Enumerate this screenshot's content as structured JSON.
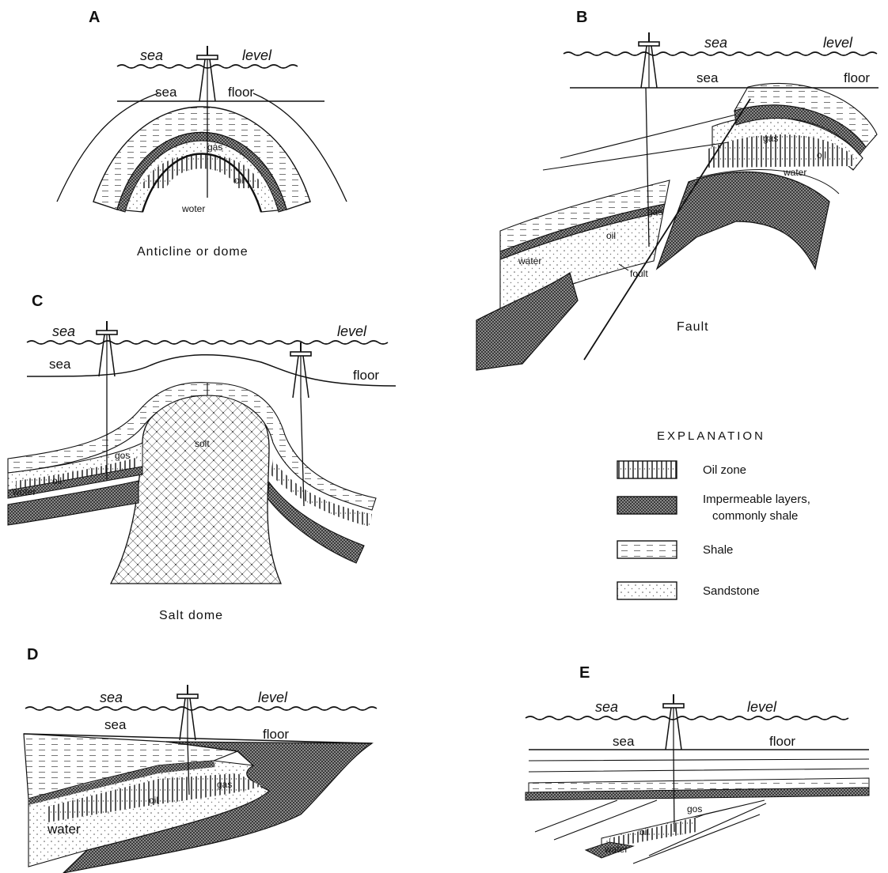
{
  "panels": {
    "A": {
      "letter": "A",
      "sea": "sea",
      "level": "level",
      "sea_floor_left": "sea",
      "sea_floor_right": "floor",
      "gas": "gas",
      "oil": "oil",
      "water": "woter",
      "caption": "Anticline or dome"
    },
    "B": {
      "letter": "B",
      "sea": "sea",
      "level": "level",
      "sea_floor_left": "sea",
      "sea_floor_right": "floor",
      "gas_upper": "gas",
      "oil_upper": "oil",
      "water_upper": "water",
      "gas_lower": "gas",
      "oil_lower": "oil",
      "water_lower": "water",
      "fault_label": "foult",
      "caption": "Fault"
    },
    "C": {
      "letter": "C",
      "sea": "sea",
      "level": "level",
      "sea_floor_left": "sea",
      "sea_floor_right": "floor",
      "salt": "solt",
      "gas": "gos",
      "oil": "oil",
      "water": "woter",
      "caption": "Salt dome"
    },
    "D": {
      "letter": "D",
      "sea": "sea",
      "level": "level",
      "sea_floor_left": "sea",
      "sea_floor_right": "floor",
      "gas": "gas",
      "oil": "oil",
      "water": "water"
    },
    "E": {
      "letter": "E",
      "sea": "sea",
      "level": "level",
      "sea_floor_left": "sea",
      "sea_floor_right": "floor",
      "gas": "gos",
      "oil": "oil",
      "water": "water"
    }
  },
  "explanation": {
    "title": "EXPLANATION",
    "items": [
      {
        "line1": "Oil zone",
        "line2": ""
      },
      {
        "line1": "Impermeable layers,",
        "line2": "commonly shale"
      },
      {
        "line1": "Shale",
        "line2": ""
      },
      {
        "line1": "Sandstone",
        "line2": ""
      }
    ]
  }
}
